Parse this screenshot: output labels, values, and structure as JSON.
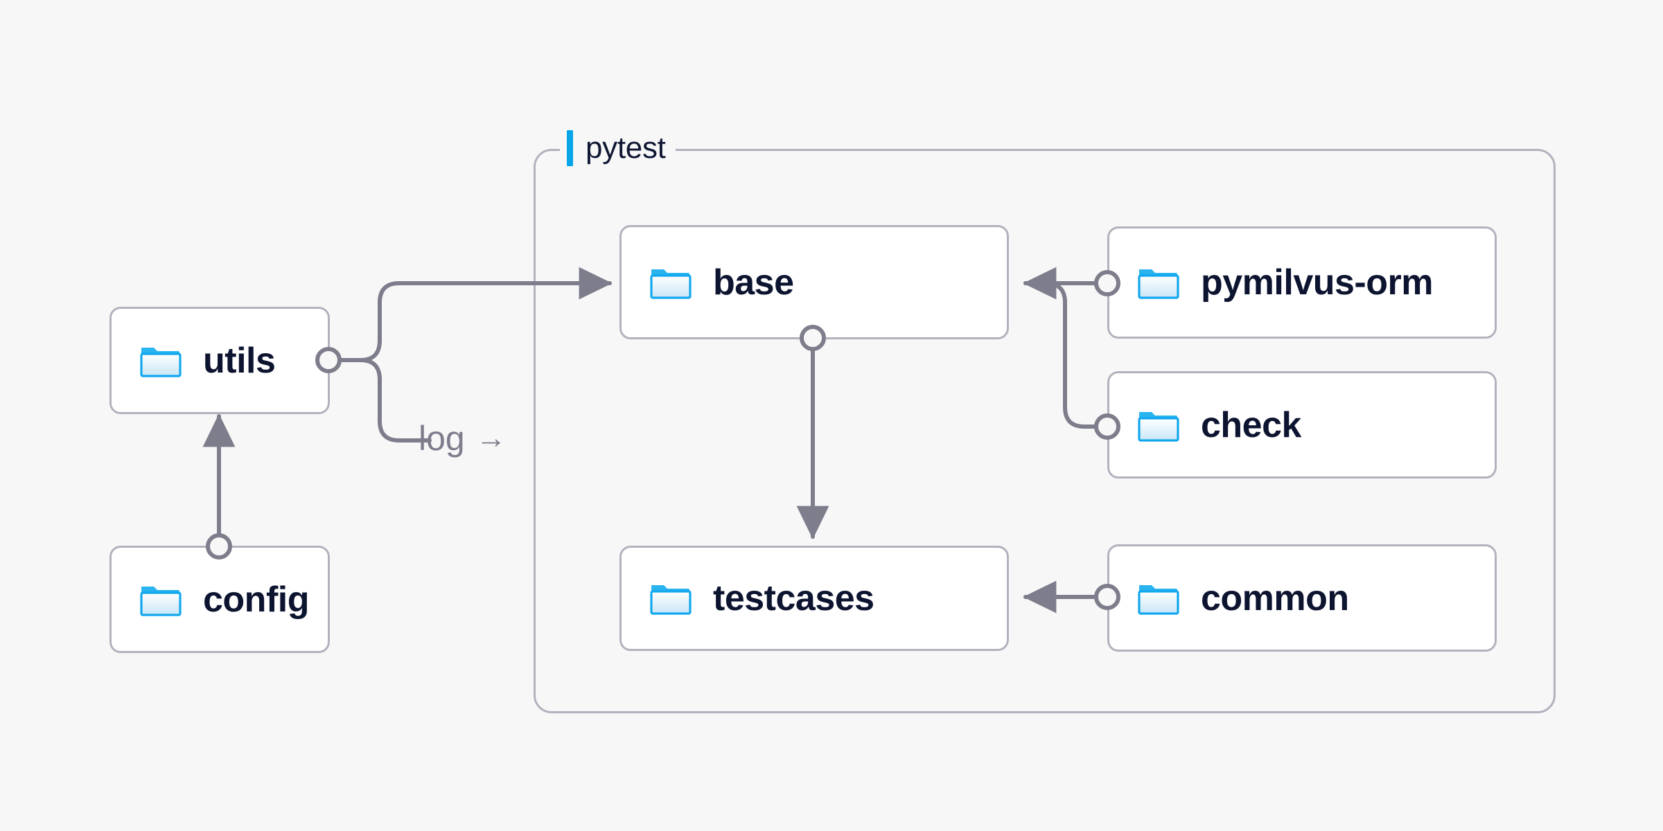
{
  "canvas": {
    "background_color": "#f7f7f8",
    "edge_color": "#7d7d8c",
    "node_border_color": "#b3b1bd",
    "node_fill_color": "#ffffff",
    "accent_color": "#06a5e8",
    "label_text_color": "#0d1430"
  },
  "group": {
    "label": "pytest",
    "accent_bar_color": "#06a5e8",
    "border_color": "#b3b1bd"
  },
  "nodes": [
    {
      "id": "utils",
      "label": "utils",
      "icon": "folder-icon"
    },
    {
      "id": "config",
      "label": "config",
      "icon": "folder-icon"
    },
    {
      "id": "base",
      "label": "base",
      "icon": "folder-icon"
    },
    {
      "id": "testcases",
      "label": "testcases",
      "icon": "folder-icon"
    },
    {
      "id": "pymilvus-orm",
      "label": "pymilvus-orm",
      "icon": "folder-icon"
    },
    {
      "id": "check",
      "label": "check",
      "icon": "folder-icon"
    },
    {
      "id": "common",
      "label": "common",
      "icon": "folder-icon"
    }
  ],
  "edges": [
    {
      "id": "config-utils",
      "from": "config",
      "to": "utils",
      "label": "",
      "arrow": true
    },
    {
      "id": "utils-base",
      "from": "utils",
      "to": "base",
      "label": "",
      "arrow": true
    },
    {
      "id": "utils-log",
      "from": "utils",
      "to": "",
      "label": "log",
      "arrow": true
    },
    {
      "id": "base-testcases",
      "from": "base",
      "to": "testcases",
      "label": "",
      "arrow": true
    },
    {
      "id": "pymilvusorm-base",
      "from": "pymilvus-orm",
      "to": "base",
      "label": "",
      "arrow": true
    },
    {
      "id": "check-base",
      "from": "check",
      "to": "base",
      "label": "",
      "arrow": true
    },
    {
      "id": "common-testcases",
      "from": "common",
      "to": "testcases",
      "label": "",
      "arrow": true
    }
  ],
  "edge_labels": {
    "log": {
      "text": "log",
      "arrow_glyph": "→"
    }
  }
}
